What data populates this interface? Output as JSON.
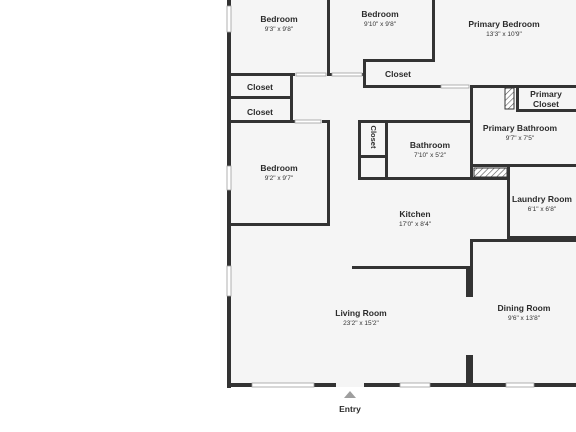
{
  "rooms": {
    "bedroom_nw": {
      "name": "Bedroom",
      "dims": "9'3\" x 9'8\""
    },
    "bedroom_n": {
      "name": "Bedroom",
      "dims": "9'10\" x 9'8\""
    },
    "primary_bed": {
      "name": "Primary Bedroom",
      "dims": "13'3\" x 10'9\""
    },
    "closet_1": {
      "name": "Closet"
    },
    "closet_2": {
      "name": "Closet"
    },
    "closet_3": {
      "name": "Closet"
    },
    "closet_vert": {
      "name": "Closet"
    },
    "primary_closet": {
      "line1": "Primary",
      "line2": "Closet"
    },
    "primary_bath": {
      "name": "Primary Bathroom",
      "dims": "9'7\" x 7'5\""
    },
    "bathroom": {
      "name": "Bathroom",
      "dims": "7'10\" x 5'2\""
    },
    "bedroom_w": {
      "name": "Bedroom",
      "dims": "9'2\" x 9'7\""
    },
    "laundry": {
      "name": "Laundry Room",
      "dims": "6'1\" x 6'8\""
    },
    "kitchen": {
      "name": "Kitchen",
      "dims": "17'0\" x 8'4\""
    },
    "dining": {
      "name": "Dining Room",
      "dims": "9'6\" x 13'8\""
    },
    "living": {
      "name": "Living Room",
      "dims": "23'2\" x 15'2\""
    }
  },
  "entry": {
    "label": "Entry"
  }
}
